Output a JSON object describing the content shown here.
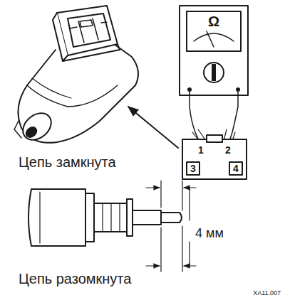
{
  "diagram": {
    "labels": [
      "Ω",
      "1",
      "2",
      "3",
      "4",
      "Цепь замкнута",
      "4 мм",
      "Цепь разомкнута",
      "XA11.007"
    ]
  }
}
